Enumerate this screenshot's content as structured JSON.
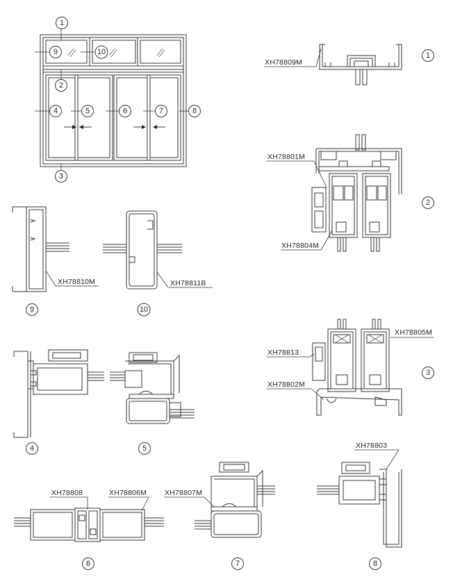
{
  "callouts": {
    "c1": "1",
    "c2": "2",
    "c3": "3",
    "c4": "4",
    "c5": "5",
    "c6": "6",
    "c7": "7",
    "c8": "8",
    "c9": "9",
    "c10": "10"
  },
  "labels": {
    "xh78809m": "XH78809M",
    "xh78801m": "XH78801M",
    "xh78804m": "XH78804M",
    "xh78810m": "XH78810M",
    "xh78811b": "XH78811B",
    "xh78805m": "XH78805M",
    "xh78813": "XH78813",
    "xh78802m": "XH78802M",
    "xh78808": "XH78808",
    "xh78806m": "XH78806M",
    "xh78807m": "XH78807M",
    "xh78803": "XH78803"
  },
  "colors": {
    "line": "#333333",
    "background": "#ffffff"
  }
}
